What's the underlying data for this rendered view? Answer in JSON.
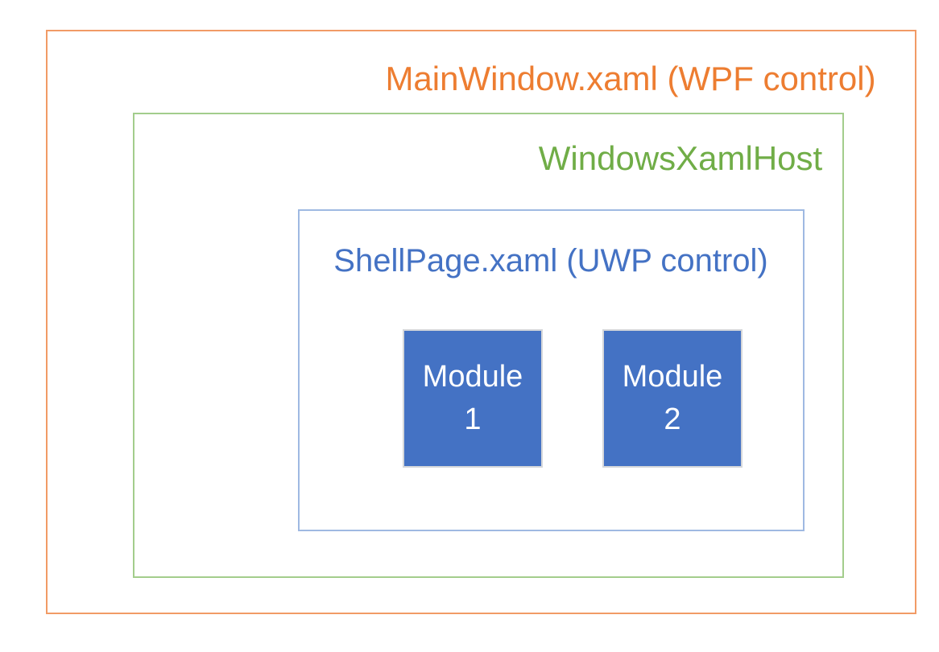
{
  "page": {
    "background": "#FFFFFF"
  },
  "diagram": {
    "outer": {
      "label": "MainWindow.xaml (WPF control)",
      "text_color": "#ED7D31",
      "border_color": "#F19B66"
    },
    "host": {
      "label": "WindowsXamlHost",
      "text_color": "#70AD47",
      "border_color": "#A3CD8C"
    },
    "shell": {
      "label": "ShellPage.xaml (UWP control)",
      "text_color": "#4472C4",
      "border_color": "#9FB9E2"
    },
    "modules": {
      "fill": "#4472C4",
      "border_color": "#D5D7DA",
      "text_color": "#FFFFFF",
      "items": [
        {
          "name": "Module",
          "number": "1"
        },
        {
          "name": "Module",
          "number": "2"
        }
      ]
    }
  }
}
